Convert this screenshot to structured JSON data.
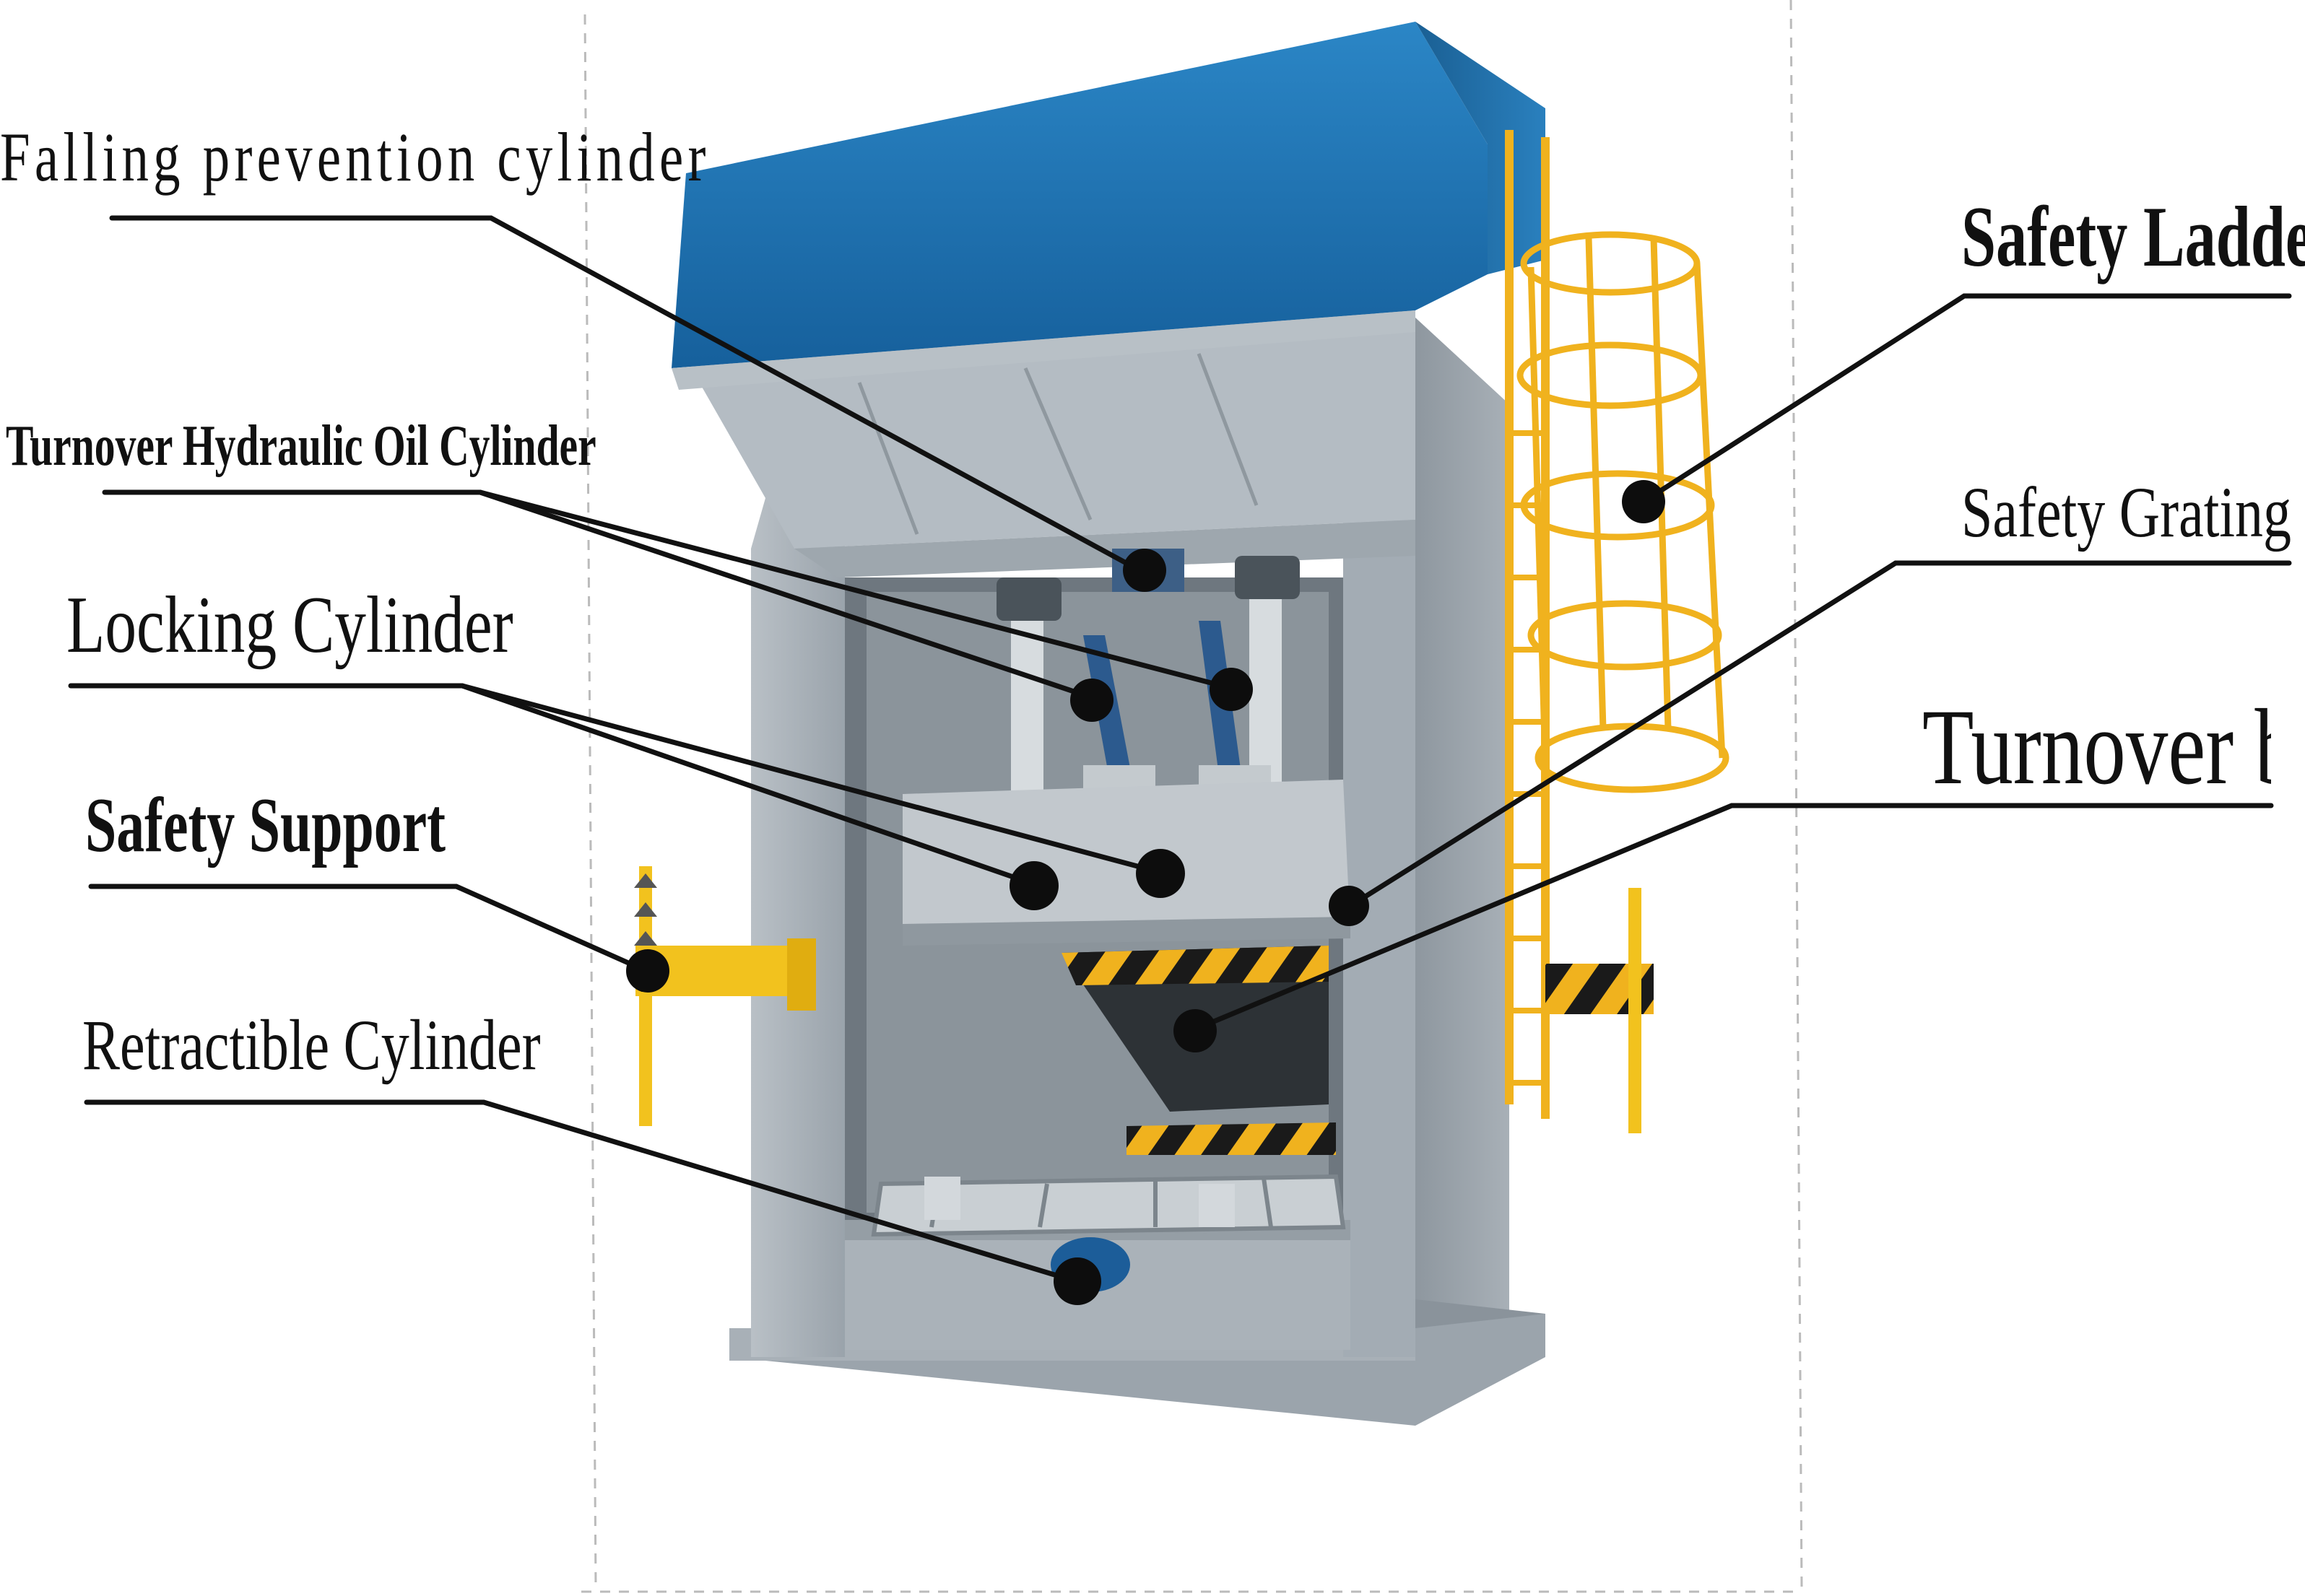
{
  "labels": {
    "falling_prevention_cylinder": "Falling  prevention  cylinder",
    "turnover_hydraulic_oil_cylinder": "Turnover Hydraulic Oil Cylinder",
    "locking_cylinder": "Locking Cylinder",
    "safety_support": "Safety Support",
    "retractible_cylinder": "Retractible Cylinder",
    "safety_ladder": "Safety Ladder",
    "safety_grating": "Safety Grating",
    "turnover_base": "Turnover base"
  },
  "colors": {
    "frame_gray": "#aeb6bd",
    "top_blue": "#1e78b8",
    "ladder_yellow": "#f0b21e",
    "support_yellow": "#f2c21e",
    "leader_black": "#111111",
    "hazard_black": "#1a1a1a"
  }
}
